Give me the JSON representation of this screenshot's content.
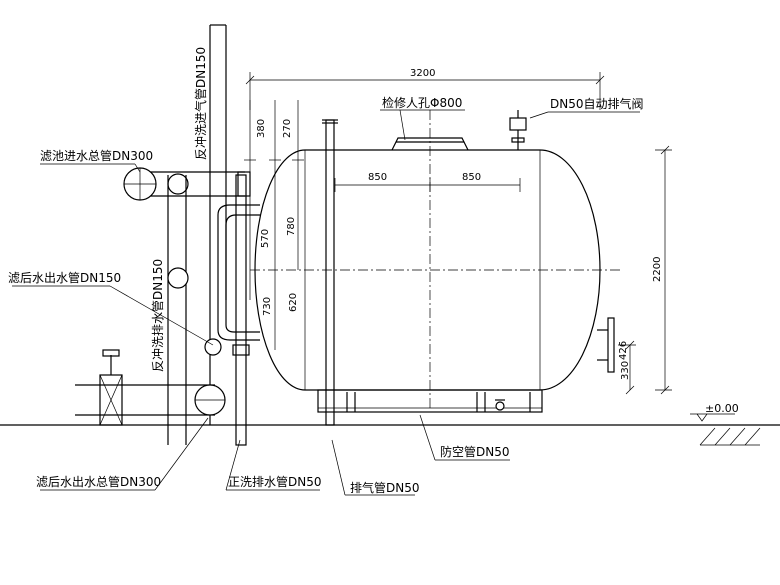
{
  "labels": {
    "filter_inlet_main": "滤池进水总管DN300",
    "backwash_inlet": "反冲洗进气管DN150",
    "filtered_outlet": "滤后水出水管DN150",
    "backwash_drain": "反冲洗排水管DN150",
    "filtered_outlet_main": "滤后水出水总管DN300",
    "forward_wash_drain": "正洗排水管DN50",
    "vent_pipe": "排气管DN50",
    "empty_pipe": "防空管DN50",
    "manhole": "检修人孔Φ800",
    "auto_vent_valve": "DN50自动排气阀",
    "ground_level": "±0.00"
  },
  "dimensions": {
    "overall_length": "3200",
    "offset_380": "380",
    "offset_270": "270",
    "half_left": "850",
    "half_right": "850",
    "nozzle_570": "570",
    "nozzle_780": "780",
    "nozzle_730": "730",
    "nozzle_620": "620",
    "height_2200": "2200",
    "side_426": "426",
    "side_330": "330"
  }
}
